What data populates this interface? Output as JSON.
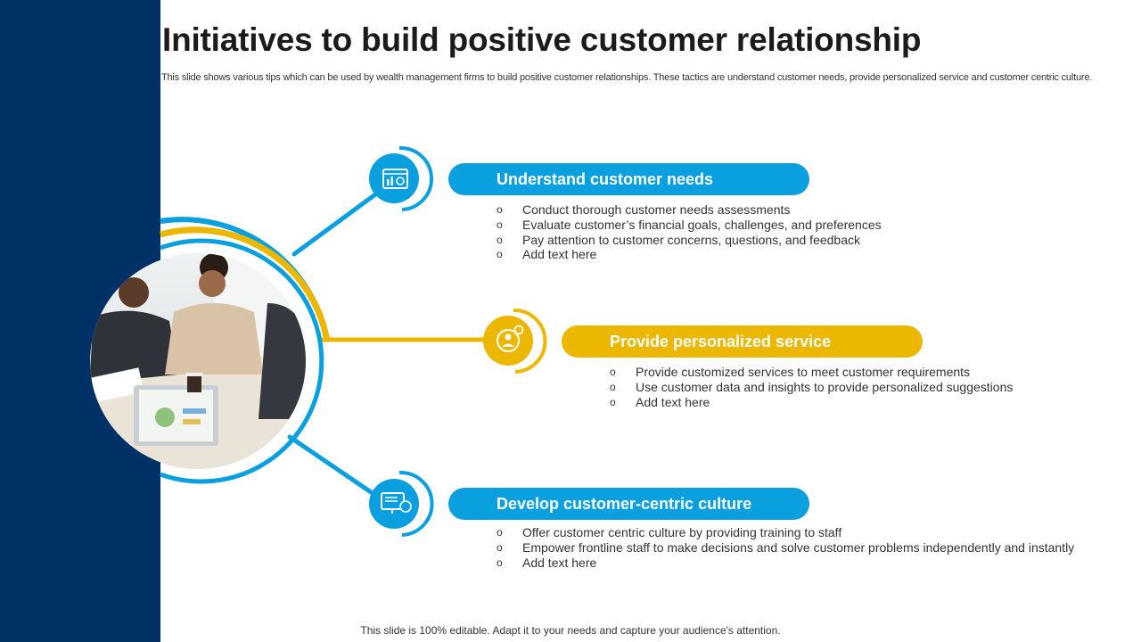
{
  "slide": {
    "title": "Initiatives to build positive customer relationship",
    "subtitle": "This slide shows various tips which can be used by wealth management firms to build positive customer relationships. These tactics are understand customer needs, provide personalized service and customer centric culture.",
    "footer": "This slide is 100% editable. Adapt it to your needs and capture your audience's attention."
  },
  "colors": {
    "navy": "#003166",
    "blue": "#0aa0e0",
    "gold": "#ebb700"
  },
  "photo": {
    "subject": "business team meeting around laptop"
  },
  "initiatives": [
    {
      "heading": "Understand customer needs",
      "icon": "analytics-dashboard-icon",
      "color": "#0aa0e0",
      "bullets": [
        "Conduct thorough customer needs assessments",
        "Evaluate customer’s financial goals, challenges, and preferences",
        "Pay attention to customer concerns, questions, and feedback",
        "Add text here"
      ]
    },
    {
      "heading": "Provide personalized service",
      "icon": "user-gear-icon",
      "color": "#ebb700",
      "bullets": [
        "Provide customized services to meet customer requirements",
        "Use customer data and insights to provide personalized suggestions",
        "Add text here"
      ]
    },
    {
      "heading": "Develop customer-centric culture",
      "icon": "monitor-team-icon",
      "color": "#0aa0e0",
      "bullets": [
        "Offer customer centric culture by providing training to staff",
        "Empower frontline staff to make decisions and solve customer problems independently and instantly",
        "Add text here"
      ]
    }
  ]
}
